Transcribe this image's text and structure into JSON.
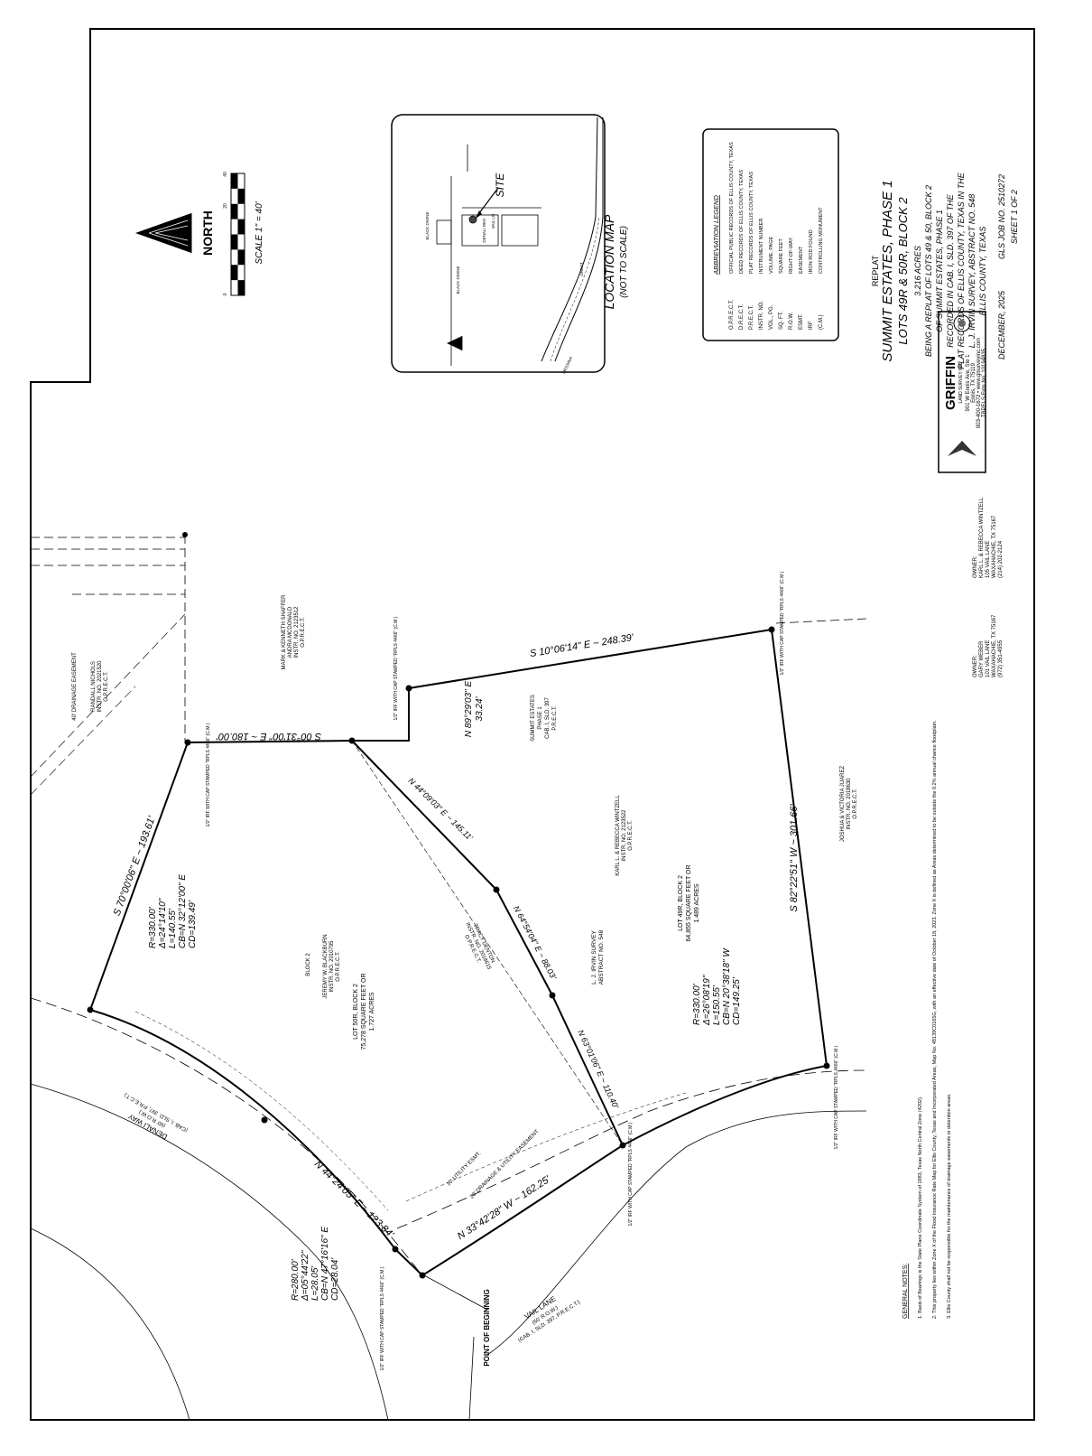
{
  "title_block": {
    "replat": "REPLAT",
    "title": "SUMMIT ESTATES, PHASE 1",
    "lots": "LOTS 49R & 50R, BLOCK 2",
    "acres": "3.216 ACRES",
    "desc1": "BEING A REPLAT OF LOTS 49 & 50, BLOCK 2",
    "desc2": "OF SUMMIT ESTATES, PHASE 1",
    "desc3": "RECORDED IN CAB. I, SLD. 397 OF THE",
    "desc4": "PLAT RECORDS OF ELLIS COUNTY, TEXAS IN THE",
    "desc5": "L. J. IRVIN SURVEY, ABSTRACT NO. 548",
    "desc6": "ELLIS COUNTY, TEXAS",
    "date": "DECEMBER, 2025",
    "job": "GLS JOB NO. 2510272",
    "sheet": "SHEET 1 OF 2"
  },
  "company": {
    "name": "GRIFFIN",
    "sub": "LAND SURVEY INC",
    "addr1": "901 W Ennis Ave, Ste 1",
    "addr2": "Ennis, TX 75119",
    "contact": "903-400-1672 • www.glsurveyinc.com",
    "firm": "TBPELS Firm No. 10194835"
  },
  "legend": {
    "title": "ABBREVIATION LEGEND",
    "items": [
      [
        "O.P.R.E.C.T.",
        "OFFICIAL PUBLIC RECORDS OF ELLIS COUNTY, TEXAS"
      ],
      [
        "D.R.E.C.T.",
        "DEED RECORDS OF ELLIS COUNTY, TEXAS"
      ],
      [
        "P.R.E.C.T.",
        "PLAT RECORDS OF ELLIS COUNTY, TEXAS"
      ],
      [
        "INSTR. NO.",
        "INSTRUMENT NUMBER"
      ],
      [
        "VOL., PG.",
        "VOLUME, PAGE"
      ],
      [
        "SQ. FT.",
        "SQUARE FEET"
      ],
      [
        "R.O.W.",
        "RIGHT-OF-WAY"
      ],
      [
        "ESMT.",
        "EASEMENT"
      ],
      [
        "IRF",
        "IRON ROD FOUND"
      ],
      [
        "(C.M.)",
        "CONTROLLING MONUMENT"
      ]
    ]
  },
  "location_map": {
    "title": "LOCATION MAP",
    "subtitle": "(NOT TO SCALE)",
    "site": "SITE",
    "roads": [
      "DENALI WAY",
      "VAIL LN",
      "BLACK DIVINE",
      "BLACK DIVINE",
      "MESSINA",
      "GREAT"
    ]
  },
  "north": {
    "label": "NORTH",
    "scale": "SCALE 1\" = 40'",
    "ticks": [
      "0",
      "20",
      "40"
    ]
  },
  "boundary_calls": [
    "S 10°06'14\" E ~ 248.39'",
    "N 89°29'03\" E",
    "33.24'",
    "S 00°31'00\" E ~ 180.00'",
    "S 70°00'06\" E ~ 193.61'",
    "N 44°09'03\" E ~ 145.11'",
    "N 64°54'04\" E ~ 88.03'",
    "N 63°01'06\" E ~ 110.40'",
    "S 82°22'51\" W ~ 301.66'",
    "N 33°42'28\" W ~ 162.25'",
    "N 44°24'05\" E ~ 123.84'"
  ],
  "curves": [
    [
      "R=330.00'",
      "Δ=24°14'10\"",
      "L=140.55'",
      "CB=N 32°12'00\" E",
      "CD=139.49'"
    ],
    [
      "R=330.00'",
      "Δ=26°08'19\"",
      "L=150.55'",
      "CB=N 20°38'18\" W",
      "CD=149.25'"
    ],
    [
      "R=280.00'",
      "Δ=05°44'22\"",
      "L=28.05'",
      "CB=N 47°16'16\" E",
      "CD=28.04'"
    ]
  ],
  "lots": {
    "lot49r": [
      "LOT 49R, BLOCK 2",
      "64,855 SQUARE FEET OR",
      "1.489 ACRES"
    ],
    "lot50r": [
      "LOT 50R, BLOCK 2",
      "75,278 SQUARE FEET OR",
      "1.727 ACRES"
    ],
    "block": "BLOCK 2"
  },
  "labels": {
    "point_of_beginning": "POINT OF BEGINNING",
    "vail_lane": [
      "VAIL LANE",
      "(60' R.O.W.)",
      "(CAB. I, SLD. 397, P.R.E.C.T.)"
    ],
    "denali_way": [
      "DENALI WAY",
      "(60' R.O.W.)",
      "(CAB. I, SLD. 397, P.R.E.C.T.)"
    ],
    "survey": [
      "L. J. IRVIN SURVEY",
      "ABSTRACT NO. 548"
    ],
    "summit": [
      "SUMMIT ESTATES",
      "PHASE 1",
      "CAB. I, SLD. 397",
      "P.R.E.C.T."
    ],
    "owner1": [
      "OWNER:",
      "GARY WEBER",
      "101 VAIL LANE",
      "WAXAHACHIE, TX 75167",
      "(972) 351-4955"
    ],
    "owner2": [
      "OWNER:",
      "KARL L. & REBECCA WINTZELL",
      "105 VAIL LANE",
      "WAXAHACHIE, TX 75167",
      "(214) 202-2124"
    ],
    "drainage1": "40' DRAINAGE EASEMENT",
    "drainage2": "20' DRAINAGE & UTILITY EASEMENT",
    "utility1": "10' UTILITY ESMT.",
    "irf": "1/2\" IRF WITH CAP STAMPED \"RPLS 4466\" (C.M.)",
    "adjacent": [
      "RANDALL NICHOLS",
      "INSTR. NO. 2021520",
      "O.P.R.E.C.T."
    ],
    "adjacent2": [
      "MARK & KENNETH SHAFFER",
      "ANDRA MCDONALD",
      "INSTR. NO. 2123512",
      "O.P.R.E.C.T."
    ],
    "adjacent3": [
      "KARL L. & REBECCA WINTZELL",
      "INSTR. NO. 2123522",
      "O.P.R.E.C.T."
    ],
    "adjacent4": [
      "JOSHUA & VICTORIA JUAREZ",
      "INSTR. NO. 2018630",
      "O.P.R.E.C.T."
    ],
    "adjacent5": [
      "JEREMY W. BLACKBURN",
      "INSTR. NO. 2010795",
      "O.P.R.E.C.T."
    ],
    "adjacent6": [
      "TRACY DENTON",
      "INSTR. NO. 2018615",
      "O.P.R.E.C.T."
    ]
  },
  "general_notes": {
    "title": "GENERAL NOTES:",
    "notes": [
      "1. Basis of Bearings is the State Plane Coordinate System of 1983, Texas North Central Zone (4202).",
      "2. This property lies within Zone X of the Flood Insurance Rate Map for Ellis County, Texas and Incorporated Areas, Map No. 48139C0165G, with an effective date of October 18, 2023. Zone X is defined as Areas determined to be outside the 0.2% annual chance floodplain.",
      "3. Ellis County shall not be responsible for the maintenance of drainage easements or detention areas."
    ]
  }
}
